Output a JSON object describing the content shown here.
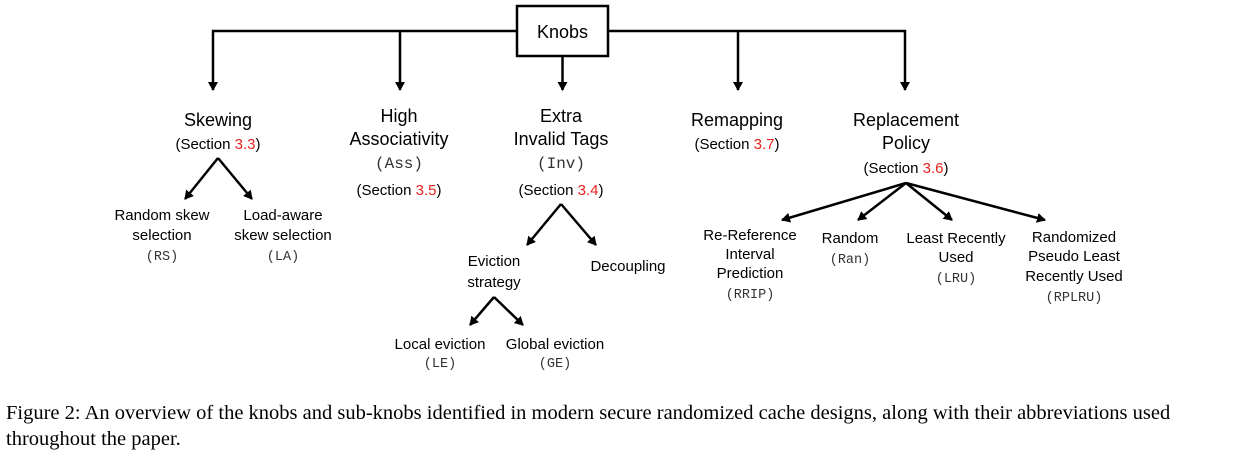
{
  "root": {
    "label": "Knobs"
  },
  "skewing": {
    "title": "Skewing",
    "section_prefix": "(Section ",
    "section_num": "3.3",
    "section_suffix": ")",
    "children": {
      "rs": {
        "line1": "Random skew",
        "line2": "selection",
        "abbr": "(RS)"
      },
      "la": {
        "line1": "Load-aware",
        "line2": "skew selection",
        "abbr": "(LA)"
      }
    }
  },
  "assoc": {
    "line1": "High",
    "line2": "Associativity",
    "abbr": "(Ass)",
    "section_prefix": "(Section ",
    "section_num": "3.5",
    "section_suffix": ")"
  },
  "inv": {
    "line1": "Extra",
    "line2": "Invalid Tags",
    "abbr": "(Inv)",
    "section_prefix": "(Section ",
    "section_num": "3.4",
    "section_suffix": ")",
    "children": {
      "eviction": {
        "line1": "Eviction",
        "line2": "strategy"
      },
      "decoupling": {
        "label": "Decoupling"
      },
      "le": {
        "label": "Local eviction",
        "abbr": "(LE)"
      },
      "ge": {
        "label": "Global eviction",
        "abbr": "(GE)"
      }
    }
  },
  "remap": {
    "title": "Remapping",
    "section_prefix": "(Section ",
    "section_num": "3.7",
    "section_suffix": ")"
  },
  "repl": {
    "line1": "Replacement",
    "line2": "Policy",
    "section_prefix": "(Section ",
    "section_num": "3.6",
    "section_suffix": ")",
    "children": {
      "rrip": {
        "line1": "Re-Reference",
        "line2": "Interval",
        "line3": "Prediction",
        "abbr": "(RRIP)"
      },
      "ran": {
        "label": "Random",
        "abbr": "(Ran)"
      },
      "lru": {
        "line1": "Least Recently",
        "line2": "Used",
        "abbr": "(LRU)"
      },
      "rplru": {
        "line1": "Randomized",
        "line2": "Pseudo Least",
        "line3": "Recently Used",
        "abbr": "(RPLRU)"
      }
    }
  },
  "caption": "Figure 2: An overview of the knobs and sub-knobs identified in modern secure randomized cache designs, along with their abbreviations used throughout the paper."
}
